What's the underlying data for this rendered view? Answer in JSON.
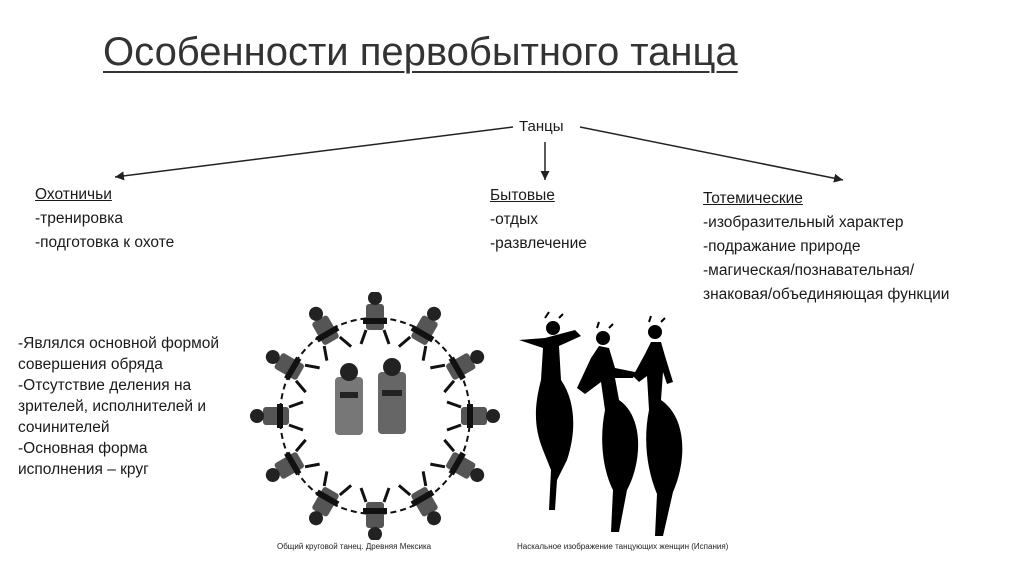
{
  "title": "Особенности первобытного танца",
  "root": "Танцы",
  "categories": [
    {
      "head": "Охотничьи",
      "items": [
        "-тренировка",
        "-подготовка к охоте"
      ]
    },
    {
      "head": "Бытовые",
      "items": [
        "-отдых",
        "-развлечение"
      ]
    },
    {
      "head": "Тотемические",
      "items": [
        "-изобразительный характер",
        "-подражание природе",
        "-магическая/познавательная/",
        "знаковая/объединяющая функции"
      ]
    }
  ],
  "notes": [
    "-Являлся основной формой совершения обряда",
    "-Отсутствие деления на зрителей, исполнителей и сочинителей",
    "-Основная форма исполнения – круг"
  ],
  "captions": {
    "mexico": "Общий круговой танец. Древняя Мексика",
    "spain": "Наскальное изображение танцующих женщин (Испания)"
  }
}
